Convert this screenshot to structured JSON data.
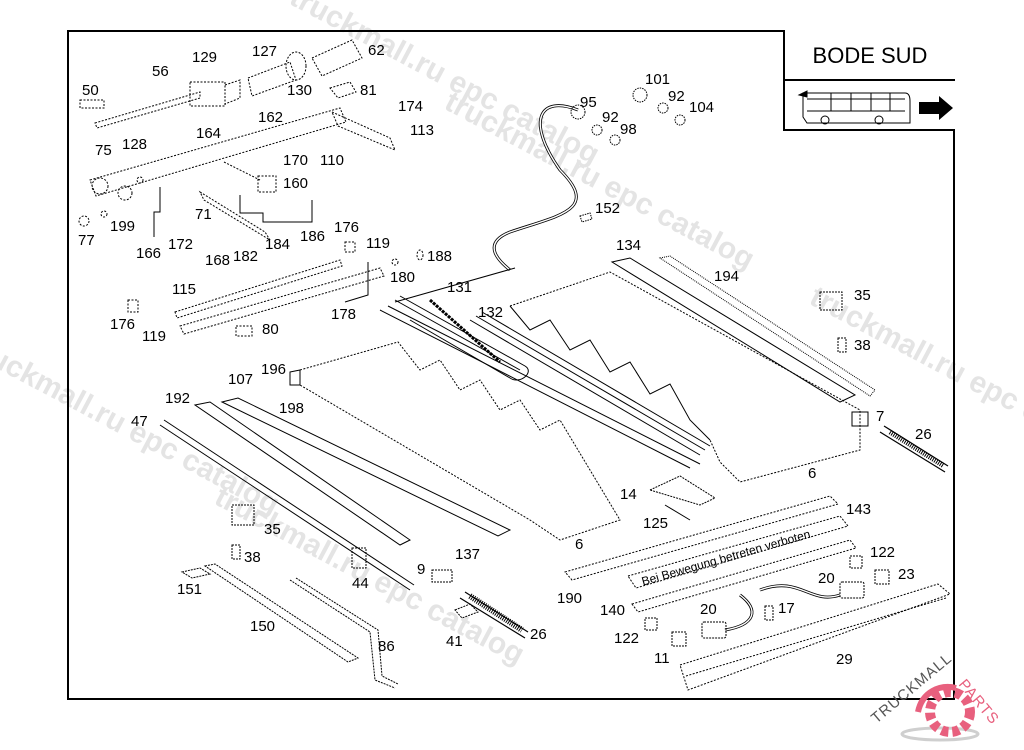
{
  "header": {
    "brand_title": "BODE SUD",
    "vehicle_icon": "bus-icon",
    "direction_icon": "arrow-right-icon"
  },
  "diagram": {
    "type": "exploded-parts-diagram",
    "warning_label_text": "Bei Bewegung betreten verboten",
    "part_labels": [
      {
        "id": "50",
        "text": "50"
      },
      {
        "id": "56",
        "text": "56"
      },
      {
        "id": "129",
        "text": "129"
      },
      {
        "id": "127",
        "text": "127"
      },
      {
        "id": "62",
        "text": "62"
      },
      {
        "id": "130",
        "text": "130"
      },
      {
        "id": "81",
        "text": "81"
      },
      {
        "id": "174",
        "text": "174"
      },
      {
        "id": "113",
        "text": "113"
      },
      {
        "id": "162",
        "text": "162"
      },
      {
        "id": "164",
        "text": "164"
      },
      {
        "id": "128",
        "text": "128"
      },
      {
        "id": "110",
        "text": "110"
      },
      {
        "id": "75",
        "text": "75"
      },
      {
        "id": "170",
        "text": "170"
      },
      {
        "id": "160",
        "text": "160"
      },
      {
        "id": "71",
        "text": "71"
      },
      {
        "id": "199",
        "text": "199"
      },
      {
        "id": "77",
        "text": "77"
      },
      {
        "id": "166",
        "text": "166"
      },
      {
        "id": "172",
        "text": "172"
      },
      {
        "id": "168",
        "text": "168"
      },
      {
        "id": "182",
        "text": "182"
      },
      {
        "id": "184",
        "text": "184"
      },
      {
        "id": "186",
        "text": "186"
      },
      {
        "id": "176a",
        "text": "176"
      },
      {
        "id": "119a",
        "text": "119"
      },
      {
        "id": "188",
        "text": "188"
      },
      {
        "id": "180",
        "text": "180"
      },
      {
        "id": "115",
        "text": "115"
      },
      {
        "id": "131",
        "text": "131"
      },
      {
        "id": "176b",
        "text": "176"
      },
      {
        "id": "119b",
        "text": "119"
      },
      {
        "id": "80",
        "text": "80"
      },
      {
        "id": "178",
        "text": "178"
      },
      {
        "id": "132",
        "text": "132"
      },
      {
        "id": "95",
        "text": "95"
      },
      {
        "id": "92a",
        "text": "92"
      },
      {
        "id": "98",
        "text": "98"
      },
      {
        "id": "101",
        "text": "101"
      },
      {
        "id": "92b",
        "text": "92"
      },
      {
        "id": "104",
        "text": "104"
      },
      {
        "id": "152",
        "text": "152"
      },
      {
        "id": "134",
        "text": "134"
      },
      {
        "id": "194",
        "text": "194"
      },
      {
        "id": "35a",
        "text": "35"
      },
      {
        "id": "38a",
        "text": "38"
      },
      {
        "id": "7",
        "text": "7"
      },
      {
        "id": "26a",
        "text": "26"
      },
      {
        "id": "6a",
        "text": "6"
      },
      {
        "id": "107",
        "text": "107"
      },
      {
        "id": "196",
        "text": "196"
      },
      {
        "id": "198",
        "text": "198"
      },
      {
        "id": "192",
        "text": "192"
      },
      {
        "id": "47",
        "text": "47"
      },
      {
        "id": "14",
        "text": "14"
      },
      {
        "id": "125",
        "text": "125"
      },
      {
        "id": "6b",
        "text": "6"
      },
      {
        "id": "143",
        "text": "143"
      },
      {
        "id": "35b",
        "text": "35"
      },
      {
        "id": "38b",
        "text": "38"
      },
      {
        "id": "137",
        "text": "137"
      },
      {
        "id": "122a",
        "text": "122"
      },
      {
        "id": "20a",
        "text": "20"
      },
      {
        "id": "23",
        "text": "23"
      },
      {
        "id": "151",
        "text": "151"
      },
      {
        "id": "44",
        "text": "44"
      },
      {
        "id": "9",
        "text": "9"
      },
      {
        "id": "190",
        "text": "190"
      },
      {
        "id": "140",
        "text": "140"
      },
      {
        "id": "20b",
        "text": "20"
      },
      {
        "id": "17",
        "text": "17"
      },
      {
        "id": "150",
        "text": "150"
      },
      {
        "id": "41",
        "text": "41"
      },
      {
        "id": "26b",
        "text": "26"
      },
      {
        "id": "122b",
        "text": "122"
      },
      {
        "id": "86",
        "text": "86"
      },
      {
        "id": "11",
        "text": "11"
      },
      {
        "id": "29",
        "text": "29"
      }
    ]
  },
  "watermarks": [
    "truckmall.ru epc catalog",
    "truckmall.ru epc catalog",
    "truckmall.ru epc catalog",
    "truckmall.ru epc catalog"
  ],
  "logo": {
    "text_left": "TRUCKMALL",
    "text_right": "PARTS",
    "accent_color": "#e8607e",
    "text_color_left": "#555555",
    "gear_icon": "gear-icon"
  }
}
